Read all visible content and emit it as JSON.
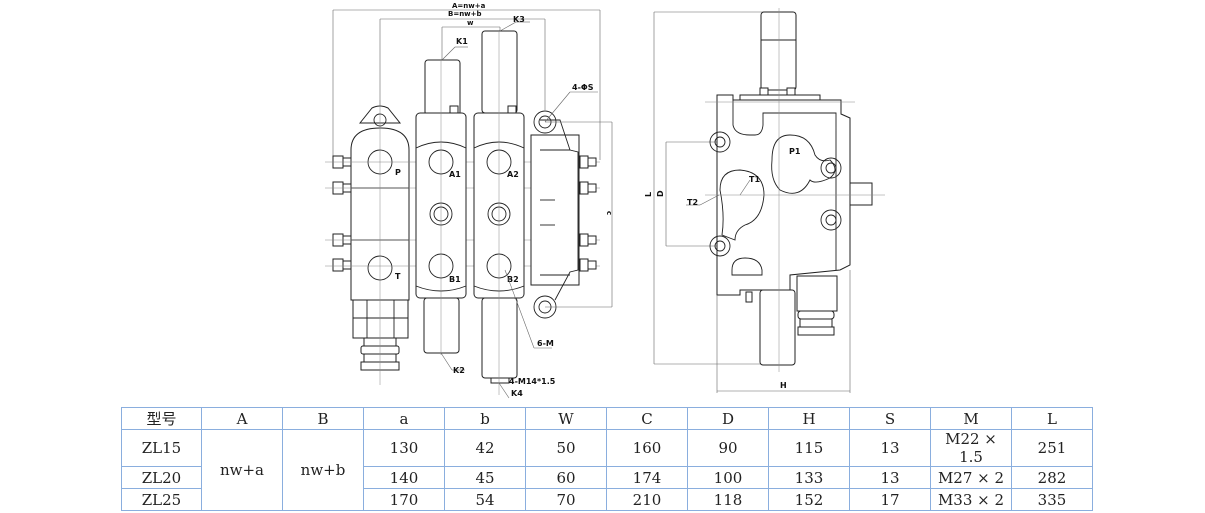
{
  "front_view": {
    "dim_A": "A=nw+a",
    "dim_B": "B=nw+b",
    "dim_w": "w",
    "label_K1": "K1",
    "label_K2": "K2",
    "label_K3": "K3",
    "label_K4": "K4",
    "label_holes": "4-ΦS",
    "label_P": "P",
    "label_T": "T",
    "label_A1": "A1",
    "label_A2": "A2",
    "label_B1": "B1",
    "label_B2": "B2",
    "label_6M": "6-M",
    "label_thread": "4-M14*1.5",
    "dim_c": "c"
  },
  "side_view": {
    "dim_L": "L",
    "dim_D": "D",
    "dim_H": "H",
    "label_P1": "P1",
    "label_T1": "T1",
    "label_T2": "T2"
  },
  "table": {
    "headers": [
      "型号",
      "A",
      "B",
      "a",
      "b",
      "W",
      "C",
      "D",
      "H",
      "S",
      "M",
      "L"
    ],
    "A_value": "nw+a",
    "B_value": "nw+b",
    "rows": [
      {
        "model": "ZL15",
        "a": "130",
        "b": "42",
        "W": "50",
        "C": "160",
        "D": "90",
        "H": "115",
        "S": "13",
        "M": "M22 × 1.5",
        "L": "251"
      },
      {
        "model": "ZL20",
        "a": "140",
        "b": "45",
        "W": "60",
        "C": "174",
        "D": "100",
        "H": "133",
        "S": "13",
        "M": "M27 × 2",
        "L": "282"
      },
      {
        "model": "ZL25",
        "a": "170",
        "b": "54",
        "W": "70",
        "C": "210",
        "D": "118",
        "H": "152",
        "S": "17",
        "M": "M33 × 2",
        "L": "335"
      }
    ],
    "border_color": "#8aaede"
  }
}
